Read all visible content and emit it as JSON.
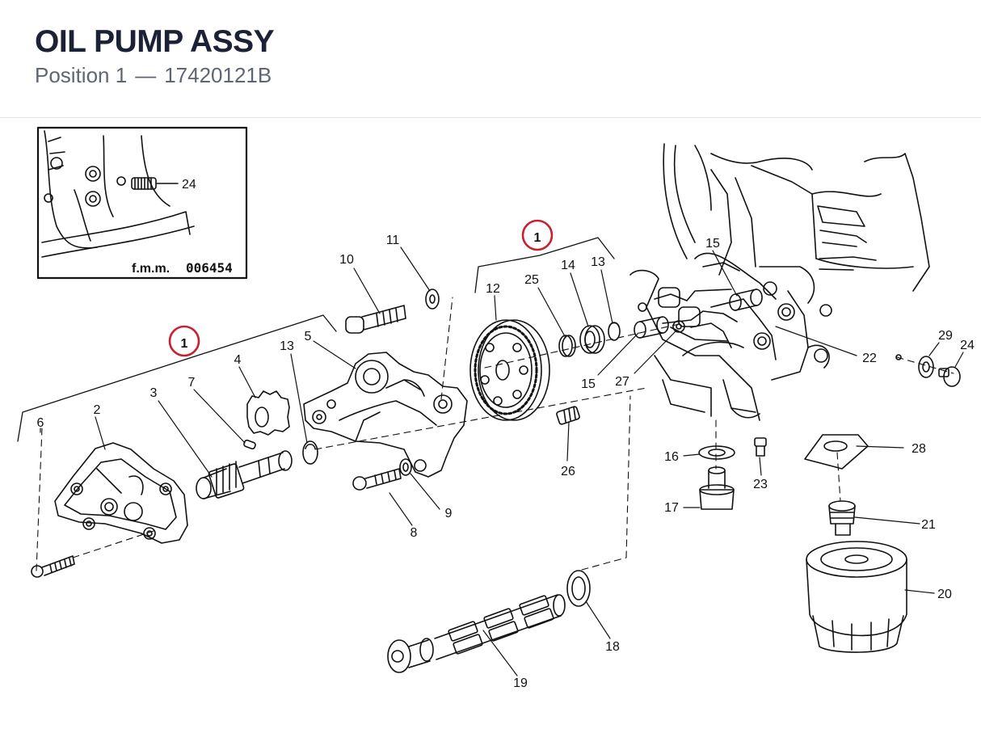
{
  "header": {
    "title": "OIL PUMP ASSY",
    "position_label": "Position 1",
    "separator": "—",
    "part_number": "17420121B"
  },
  "inset": {
    "ref_prefix": "f.m.m.",
    "ref_number": "006454",
    "callout": "24"
  },
  "group_callouts": [
    "1",
    "1"
  ],
  "accent_color": "#c8202f",
  "part_labels": {
    "p2": "2",
    "p3": "3",
    "p4": "4",
    "p5": "5",
    "p6": "6",
    "p7": "7",
    "p8": "8",
    "p9": "9",
    "p10": "10",
    "p11": "11",
    "p12": "12",
    "p13a": "13",
    "p13b": "13",
    "p14": "14",
    "p15a": "15",
    "p15b": "15",
    "p16": "16",
    "p17": "17",
    "p18": "18",
    "p19": "19",
    "p20": "20",
    "p21": "21",
    "p22": "22",
    "p23": "23",
    "p24": "24",
    "p25": "25",
    "p26": "26",
    "p27": "27",
    "p28": "28",
    "p29": "29"
  }
}
